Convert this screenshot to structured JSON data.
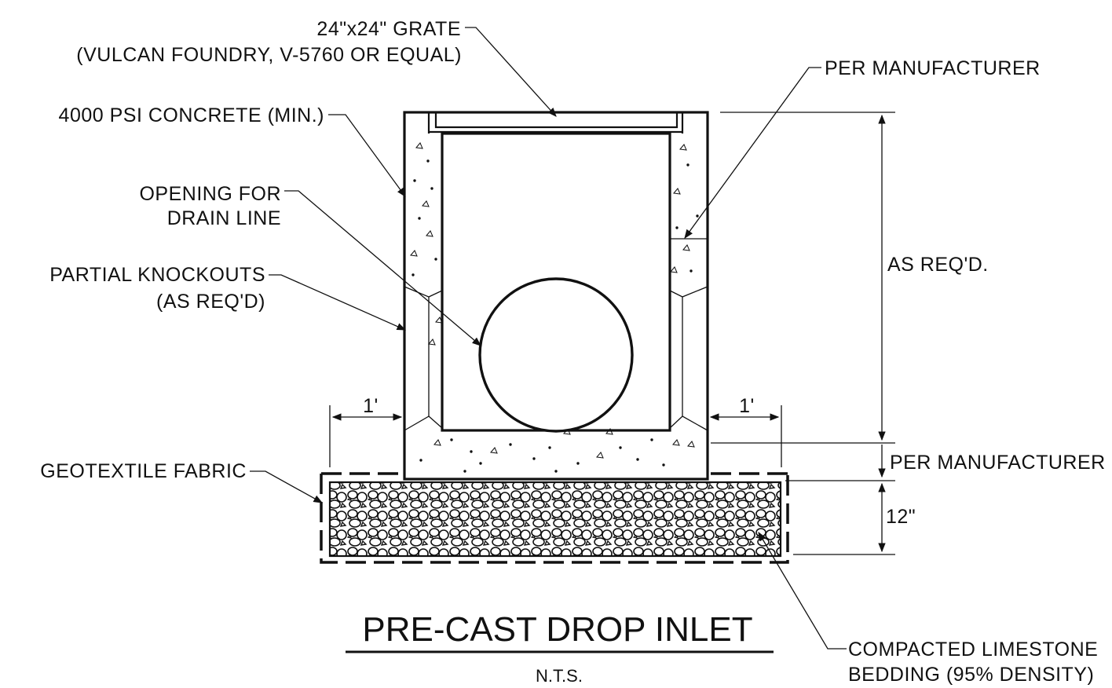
{
  "title": "PRE-CAST DROP INLET",
  "scale_note": "N.T.S.",
  "labels": {
    "grate_line1": "24\"x24\" GRATE",
    "grate_line2": "(VULCAN FOUNDRY, V-5760 OR EQUAL)",
    "concrete": "4000 PSI CONCRETE (MIN.)",
    "opening_line1": "OPENING FOR",
    "opening_line2": "DRAIN LINE",
    "knockouts_line1": "PARTIAL KNOCKOUTS",
    "knockouts_line2": "(AS REQ'D)",
    "per_mfr_top": "PER MANUFACTURER",
    "as_reqd": "AS REQ'D.",
    "per_mfr_bottom": "PER MANUFACTURER",
    "bedding_depth": "12\"",
    "geotextile": "GEOTEXTILE FABRIC",
    "limestone_line1": "COMPACTED LIMESTONE",
    "limestone_line2": "BEDDING (95% DENSITY)",
    "dim_left": "1'",
    "dim_right": "1'"
  }
}
